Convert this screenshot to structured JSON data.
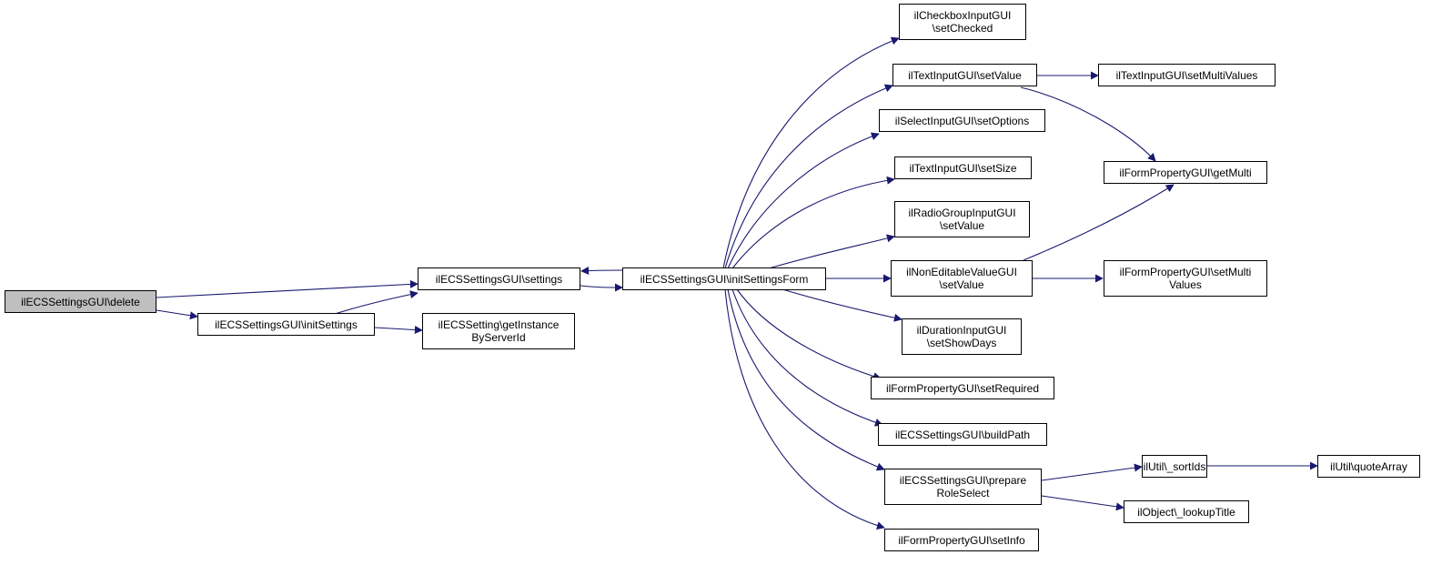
{
  "diagram": {
    "nodes": {
      "delete": [
        "ilECSSettingsGUI\\delete"
      ],
      "settings": [
        "ilECSSettingsGUI\\settings"
      ],
      "initSettings": [
        "ilECSSettingsGUI\\initSettings"
      ],
      "getInstance": [
        "ilECSSetting\\getInstance",
        "ByServerId"
      ],
      "initSettingsForm": [
        "ilECSSettingsGUI\\initSettingsForm"
      ],
      "setChecked": [
        "ilCheckboxInputGUI",
        "\\setChecked"
      ],
      "textSetValue": [
        "ilTextInputGUI\\setValue"
      ],
      "setOptions": [
        "ilSelectInputGUI\\setOptions"
      ],
      "setSize": [
        "ilTextInputGUI\\setSize"
      ],
      "radioSetValue": [
        "ilRadioGroupInputGUI",
        "\\setValue"
      ],
      "nonEditSetValue": [
        "ilNonEditableValueGUI",
        "\\setValue"
      ],
      "setShowDays": [
        "ilDurationInputGUI",
        "\\setShowDays"
      ],
      "setRequired": [
        "ilFormPropertyGUI\\setRequired"
      ],
      "buildPath": [
        "ilECSSettingsGUI\\buildPath"
      ],
      "prepareRoleSelect": [
        "ilECSSettingsGUI\\prepare",
        "RoleSelect"
      ],
      "setInfo": [
        "ilFormPropertyGUI\\setInfo"
      ],
      "setMultiValues": [
        "ilTextInputGUI\\setMultiValues"
      ],
      "getMulti": [
        "ilFormPropertyGUI\\getMulti"
      ],
      "setMultiValues2": [
        "ilFormPropertyGUI\\setMulti",
        "Values"
      ],
      "sortIds": [
        "ilUtil\\_sortIds"
      ],
      "lookupTitle": [
        "ilObject\\_lookupTitle"
      ],
      "quoteArray": [
        "ilUtil\\quoteArray"
      ]
    },
    "edge_color": "#191970",
    "root_fill": "#bfbfbf"
  }
}
